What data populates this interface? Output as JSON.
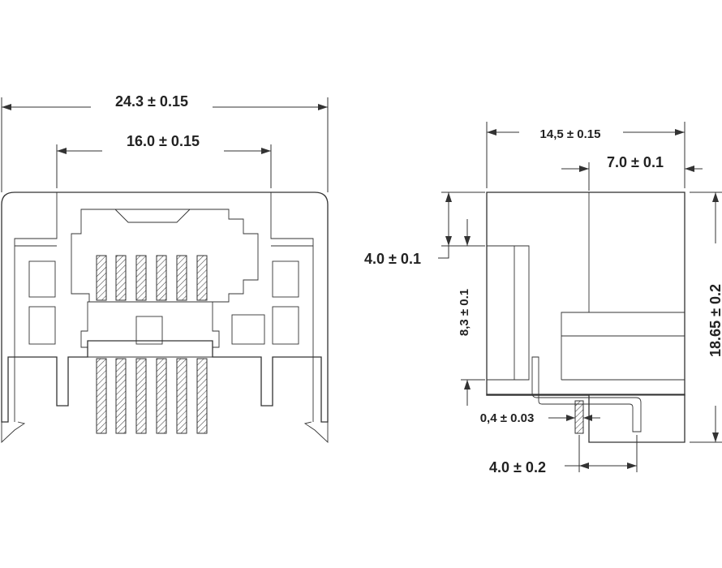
{
  "dimensions": {
    "overall_width": "24.3 ± 0.15",
    "port_width": "16.0 ± 0.15",
    "side_depth": "14,5 ± 0.15",
    "rear_depth": "7.0 ± 0.1",
    "port_top_offset": "4.0 ± 0.1",
    "port_height": "8,3 ± 0.1",
    "overall_height": "18.65 ± 0.2",
    "pin_thickness": "0,4 ± 0.03",
    "pin_offset": "4.0 ± 0.2"
  },
  "colors": {
    "line": "#333333",
    "background": "#ffffff"
  }
}
